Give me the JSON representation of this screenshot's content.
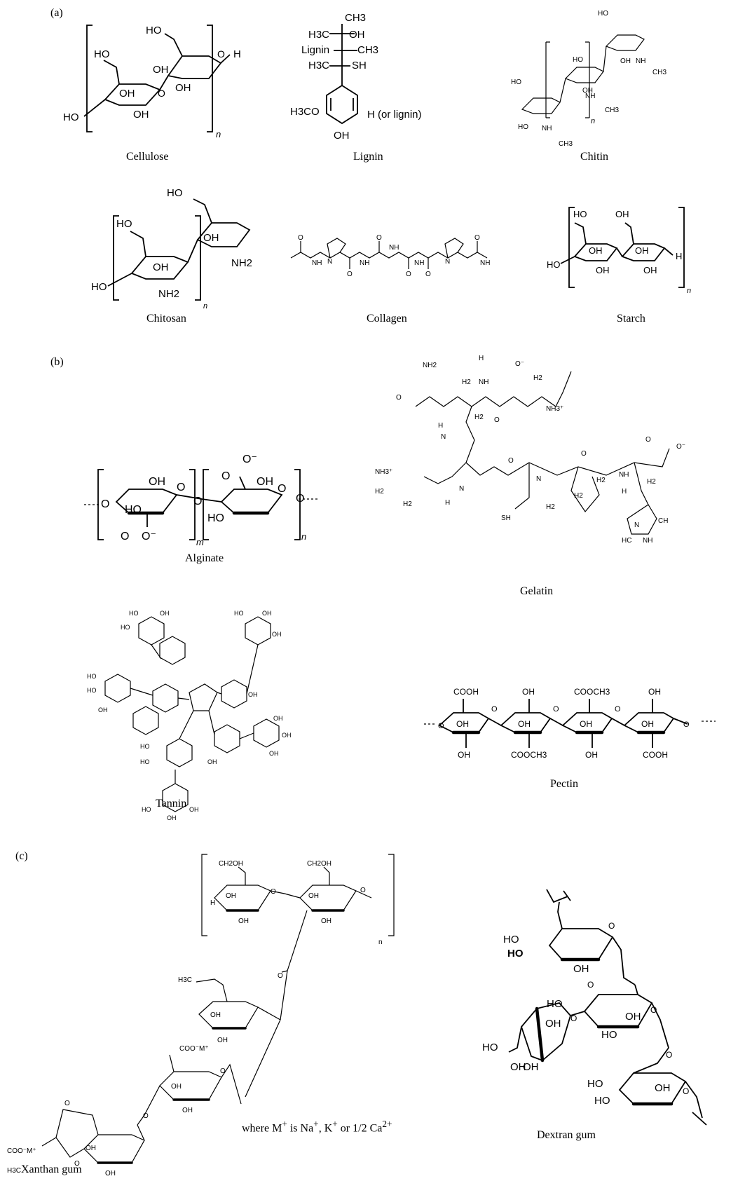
{
  "panels": {
    "a": "(a)",
    "b": "(b)",
    "c": "(c)"
  },
  "captions": {
    "cellulose": "Cellulose",
    "lignin": "Lignin",
    "chitin": "Chitin",
    "chitosan": "Chitosan",
    "collagen": "Collagen",
    "starch": "Starch",
    "alginate": "Alginate",
    "gelatin": "Gelatin",
    "tannin": "Tannin",
    "pectin": "Pectin",
    "xanthan": "Xanthan gum",
    "dextran": "Dextran gum"
  },
  "xanthan_note": {
    "prefix": "where M",
    "sup1": "+",
    "mid1": " is Na",
    "sup2": "+",
    "mid2": ", K",
    "sup3": "+",
    "mid3": " or 1/2 Ca",
    "sup4": "2+"
  },
  "labels": {
    "ho": "HO",
    "oh": "OH",
    "o": "O",
    "h": "H",
    "n": "n",
    "m": "m",
    "nh": "NH",
    "nh2": "NH2",
    "ch3": "CH3",
    "h3c": "H3C",
    "sh": "SH",
    "lignin_word": "Lignin",
    "or_lignin": "H (or lignin)",
    "h3co": "H3CO",
    "cooh": "COOH",
    "cooch3": "COOCH3",
    "coom": "COO⁻M⁺",
    "ch2oh": "CH2OH",
    "h2": "H2",
    "nh3": "NH3⁺",
    "o_minus": "O⁻",
    "hc": "HC",
    "n_ring": "N",
    "ch": "CH",
    "h3c_xan": "H3C"
  }
}
